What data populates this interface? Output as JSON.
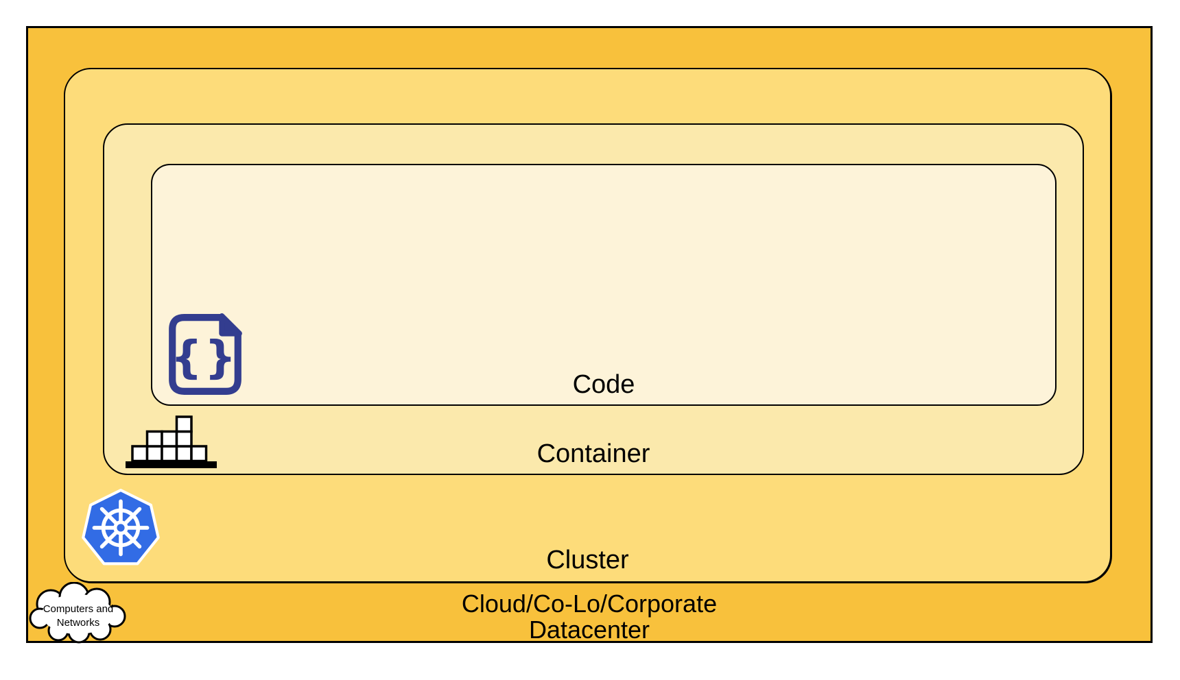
{
  "colors": {
    "datacenter-fill": "#F8C13C",
    "cluster-fill": "#FDDC7A",
    "container-fill": "#FBE9AC",
    "code-fill": "#FDF3D9",
    "code-icon": "#333D8F",
    "kubernetes-blue": "#326CE5",
    "border": "#000000",
    "label-text": "#000000"
  },
  "diagram": {
    "type": "nested-layers",
    "layers": [
      {
        "id": "code",
        "label": "Code",
        "icon": "code-file-icon"
      },
      {
        "id": "container",
        "label": "Container",
        "icon": "container-blocks-icon"
      },
      {
        "id": "cluster",
        "label": "Cluster",
        "icon": "kubernetes-icon"
      },
      {
        "id": "datacenter",
        "label": "Cloud/Co-Lo/Corporate Datacenter",
        "icon": "cloud-icon"
      }
    ]
  },
  "labels": {
    "code": "Code",
    "container": "Container",
    "cluster": "Cluster",
    "datacenter_line1": "Cloud/Co-Lo/Corporate",
    "datacenter_line2": "Datacenter",
    "cloud_line1": "Computers and",
    "cloud_line2": "Networks"
  },
  "icons": {
    "code_glyph": "{}"
  }
}
